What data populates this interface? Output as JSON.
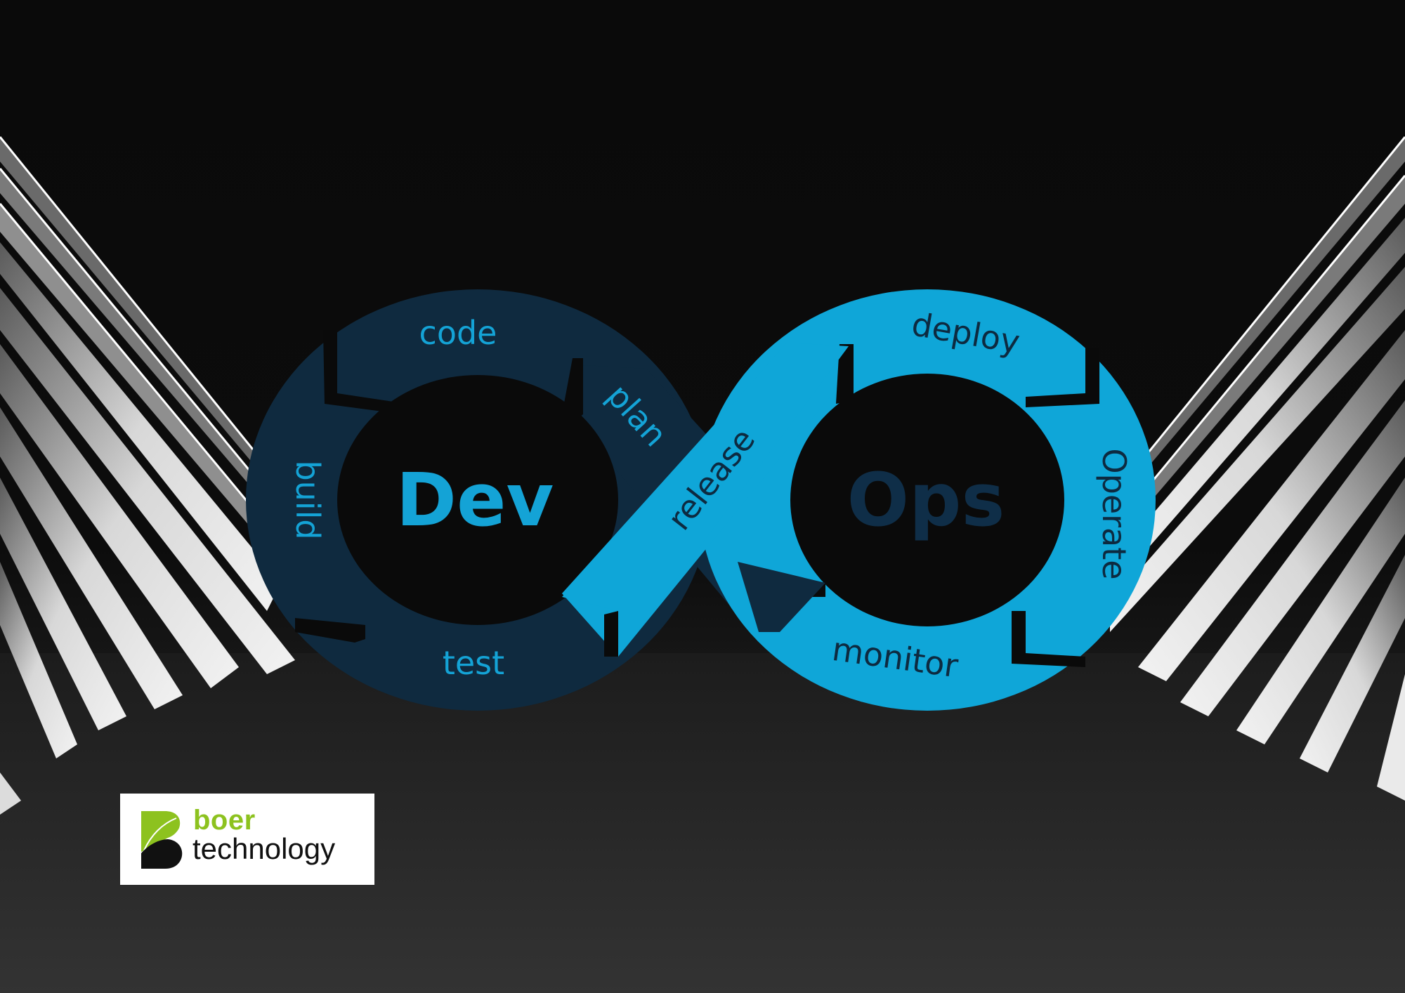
{
  "diagram": {
    "title_left": "Dev",
    "title_right": "Ops",
    "stages_dev": [
      {
        "label": "plan"
      },
      {
        "label": "code"
      },
      {
        "label": "build"
      },
      {
        "label": "test"
      }
    ],
    "stages_ops": [
      {
        "label": "release"
      },
      {
        "label": "deploy"
      },
      {
        "label": "Operate"
      },
      {
        "label": "monitor"
      }
    ],
    "colors": {
      "dev_ring": "#0f2a3f",
      "ops_ring": "#0fa6d8",
      "dev_text": "#14a3d6",
      "ops_text": "#0d2a40",
      "background": "#0a0a0a"
    }
  },
  "logo": {
    "word1": "boer",
    "word2": "technology",
    "colors": {
      "green": "#8dc21f",
      "black": "#111111"
    }
  }
}
